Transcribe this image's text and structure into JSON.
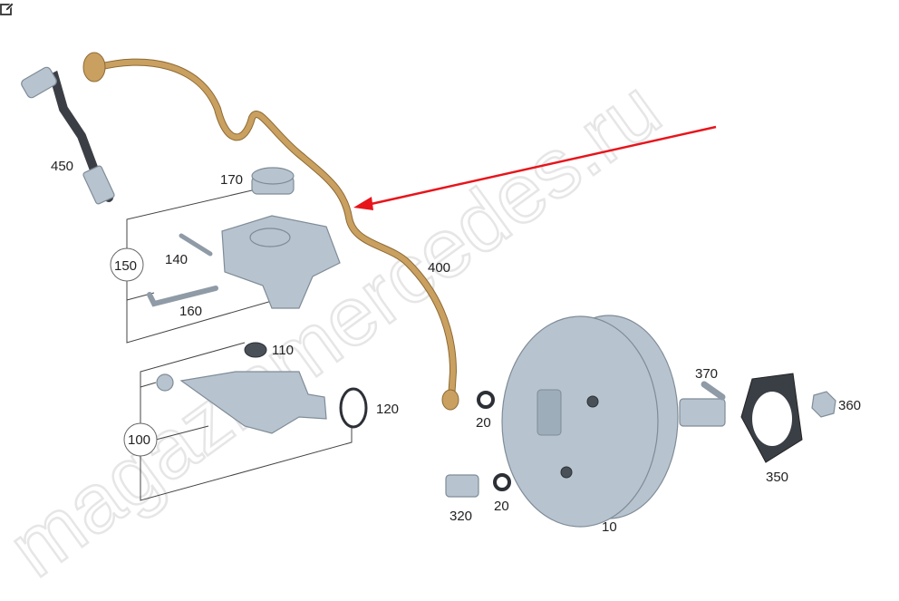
{
  "watermark": "magazinmercedes.ru",
  "toolbar": {
    "edit_icon": "edit-icon"
  },
  "callouts": {
    "p10": "10",
    "p20a": "20",
    "p20b": "20",
    "p100": "100",
    "p110": "110",
    "p120": "120",
    "p140": "140",
    "p150": "150",
    "p160": "160",
    "p170": "170",
    "p320": "320",
    "p350": "350",
    "p360": "360",
    "p370": "370",
    "p400": "400",
    "p450": "450"
  },
  "colors": {
    "arrow": "#e8141b",
    "pipe": "#c9a060",
    "part": "#b7c4cf"
  }
}
